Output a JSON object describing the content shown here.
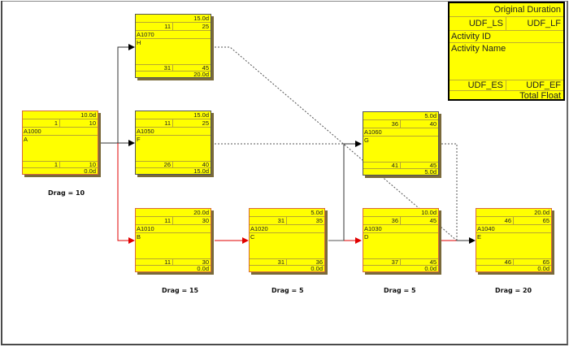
{
  "legend": {
    "original_duration": "Original Duration",
    "udf_ls": "UDF_LS",
    "udf_lf": "UDF_LF",
    "activity_id": "Activity ID",
    "activity_name": "Activity Name",
    "udf_es": "UDF_ES",
    "udf_ef": "UDF_EF",
    "total_float": "Total Float"
  },
  "activities": [
    {
      "id": "A1000",
      "name": "A",
      "duration": "10.0d",
      "ls": "1",
      "lf": "10",
      "es": "1",
      "ef": "10",
      "total_float": "0.0d",
      "critical": true
    },
    {
      "id": "A1070",
      "name": "H",
      "duration": "15.0d",
      "ls": "11",
      "lf": "25",
      "es": "31",
      "ef": "45",
      "total_float": "20.0d",
      "critical": false
    },
    {
      "id": "A1050",
      "name": "F",
      "duration": "15.0d",
      "ls": "11",
      "lf": "25",
      "es": "26",
      "ef": "40",
      "total_float": "15.0d",
      "critical": false
    },
    {
      "id": "A1010",
      "name": "B",
      "duration": "20.0d",
      "ls": "11",
      "lf": "30",
      "es": "11",
      "ef": "30",
      "total_float": "0.0d",
      "critical": true
    },
    {
      "id": "A1020",
      "name": "C",
      "duration": "5.0d",
      "ls": "31",
      "lf": "35",
      "es": "31",
      "ef": "36",
      "total_float": "0.0d",
      "critical": true
    },
    {
      "id": "A1060",
      "name": "G",
      "duration": "5.0d",
      "ls": "36",
      "lf": "40",
      "es": "41",
      "ef": "45",
      "total_float": "5.0d",
      "critical": false
    },
    {
      "id": "A1030",
      "name": "D",
      "duration": "10.0d",
      "ls": "36",
      "lf": "45",
      "es": "37",
      "ef": "45",
      "total_float": "0.0d",
      "critical": true
    },
    {
      "id": "A1040",
      "name": "E",
      "duration": "20.0d",
      "ls": "46",
      "lf": "65",
      "es": "46",
      "ef": "65",
      "total_float": "0.0d",
      "critical": true
    }
  ],
  "drag_labels": [
    "Drag = 10",
    "Drag = 15",
    "Drag = 5",
    "Drag = 5",
    "Drag = 20"
  ],
  "colors": {
    "node_fill": "#ffff00",
    "critical_link": "#e00000",
    "normal_link": "#000000",
    "float_link": "#555555"
  }
}
